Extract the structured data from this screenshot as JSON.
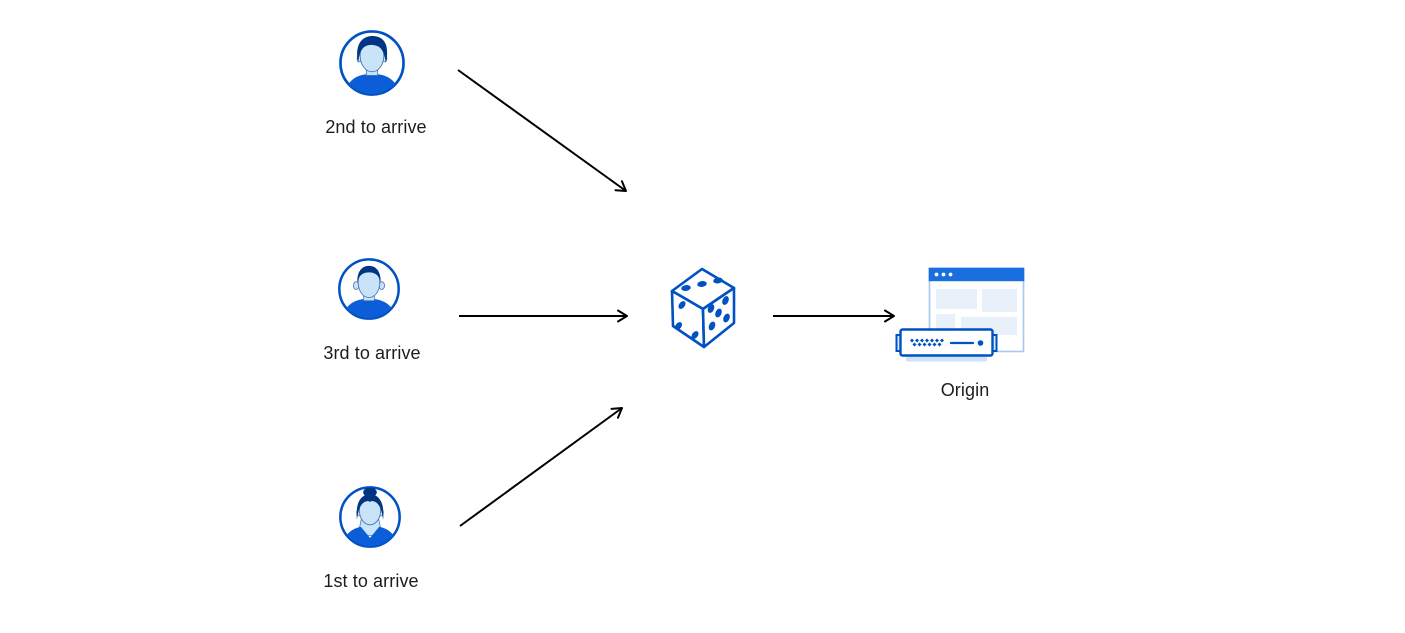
{
  "diagram": {
    "title": "Traffic steering diagram: visitors randomly routed to an origin",
    "background": "#ffffff",
    "palette": {
      "primary_blue": "#0051c3",
      "hair_navy": "#003681",
      "face_light_blue": "#c9e4f8",
      "window_bar_blue": "#1a6fe0",
      "window_border_blue": "#a5c9ef",
      "pale_panel_blue": "#e8f1fa",
      "tab_fill_blue": "#d9eafc",
      "shadow_blue": "#cde4f8",
      "arrow_black": "#000000",
      "text_color": "#1d1d1f"
    },
    "visitors": [
      {
        "id": "visitor-second",
        "label": "2nd to arrive",
        "icon": "male-avatar-icon"
      },
      {
        "id": "visitor-third",
        "label": "3rd to arrive",
        "icon": "male-avatar-icon"
      },
      {
        "id": "visitor-first",
        "label": "1st to arrive",
        "icon": "female-avatar-icon"
      }
    ],
    "selector": {
      "id": "random-selector",
      "icon": "dice-icon"
    },
    "origin": {
      "id": "origin",
      "label": "Origin",
      "icon": "origin-server-icon"
    },
    "edges": [
      {
        "from": "visitor-second",
        "to": "random-selector"
      },
      {
        "from": "visitor-third",
        "to": "random-selector"
      },
      {
        "from": "visitor-first",
        "to": "random-selector"
      },
      {
        "from": "random-selector",
        "to": "origin"
      }
    ]
  }
}
